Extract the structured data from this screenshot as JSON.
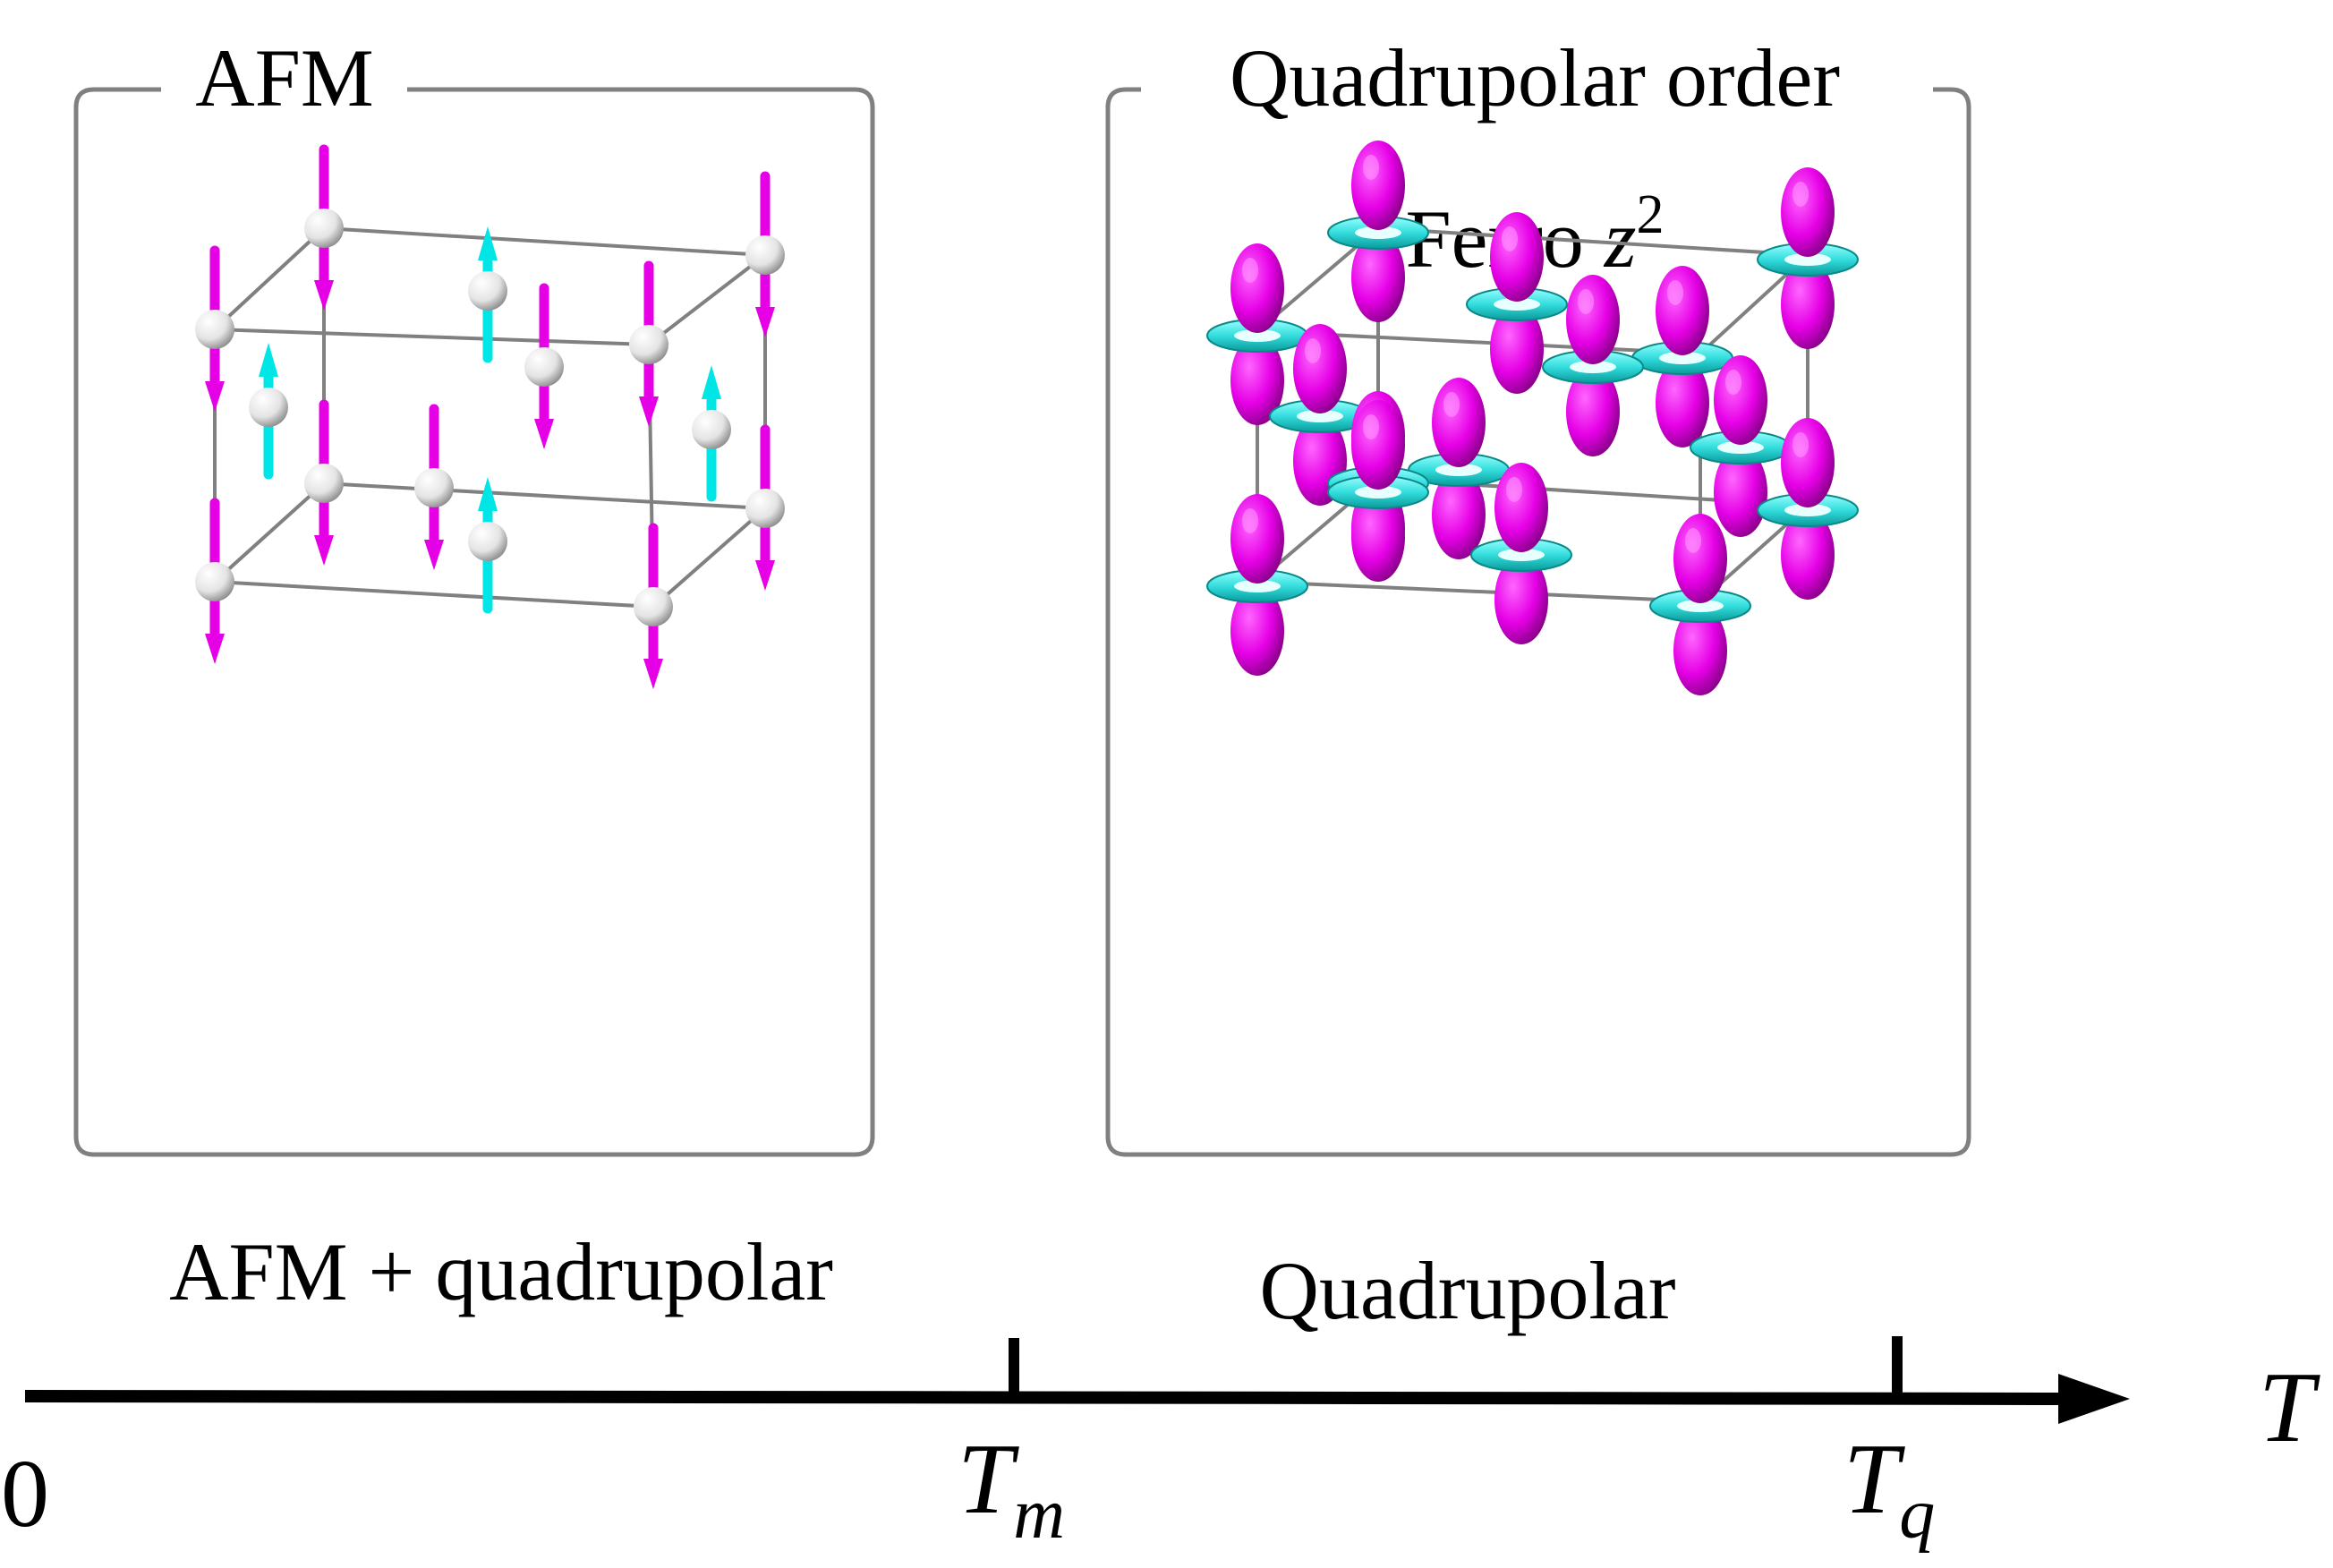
{
  "panels": {
    "afm": {
      "title": "AFM"
    },
    "quadrupolar": {
      "title": "Quadrupolar order",
      "subtitle_main": "Ferro ",
      "subtitle_var": "z",
      "subtitle_sup": "2"
    }
  },
  "phases": {
    "low": "AFM + quadrupolar",
    "high": "Quadrupolar"
  },
  "axis": {
    "origin": "0",
    "variable": "T",
    "tm_main": "T",
    "tm_sub": "m",
    "tq_main": "T",
    "tq_sub": "q"
  },
  "colors": {
    "spin_down": "#e600e6",
    "spin_up": "#00e5e5",
    "atom": "#eeeeee",
    "lobe": "#e600e6",
    "torus": "#33dddd",
    "frame": "#808080"
  },
  "icons": {
    "spin_down": "magenta-down-arrow",
    "spin_up": "cyan-up-arrow",
    "orbital": "dz2-orbital"
  }
}
